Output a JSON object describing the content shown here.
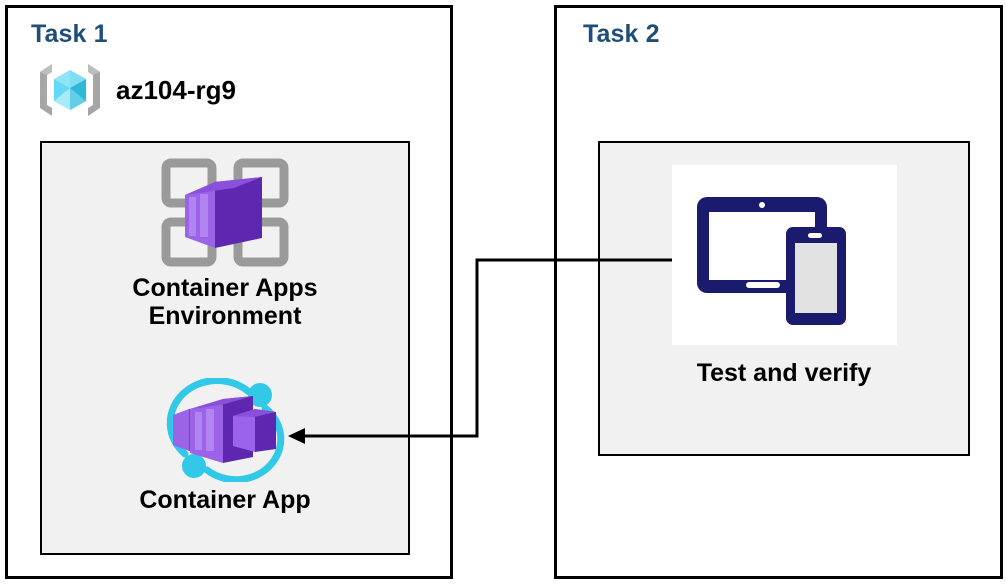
{
  "diagram": {
    "title_color": "#1F4E79",
    "panel_fill": "#F1F1F1",
    "border_color": "#000000",
    "tasks": [
      {
        "id": "task1",
        "title": "Task 1",
        "resource_group": {
          "icon": "resource-group-icon",
          "label": "az104-rg9"
        },
        "nodes": [
          {
            "id": "container-apps-environment",
            "icon": "container-apps-environment-icon",
            "caption": "Container Apps\nEnvironment"
          },
          {
            "id": "container-app",
            "icon": "container-app-icon",
            "caption": "Container App"
          }
        ]
      },
      {
        "id": "task2",
        "title": "Task 2",
        "nodes": [
          {
            "id": "test-and-verify",
            "icon": "test-and-verify-icon",
            "caption": "Test and verify"
          }
        ]
      }
    ],
    "connector": {
      "from": "test-and-verify",
      "to": "container-app",
      "arrow": "left-arrowhead",
      "color": "#000000"
    },
    "colors": {
      "azure_cyan": "#32C8E8",
      "azure_cyan_light": "#9BE3F5",
      "bracket_gray": "#A0A0A0",
      "purple_light": "#9B6BE8",
      "purple_dark": "#5C2D91",
      "navy": "#1A1A6E",
      "device_screen_gray": "#E2E2E2"
    }
  }
}
